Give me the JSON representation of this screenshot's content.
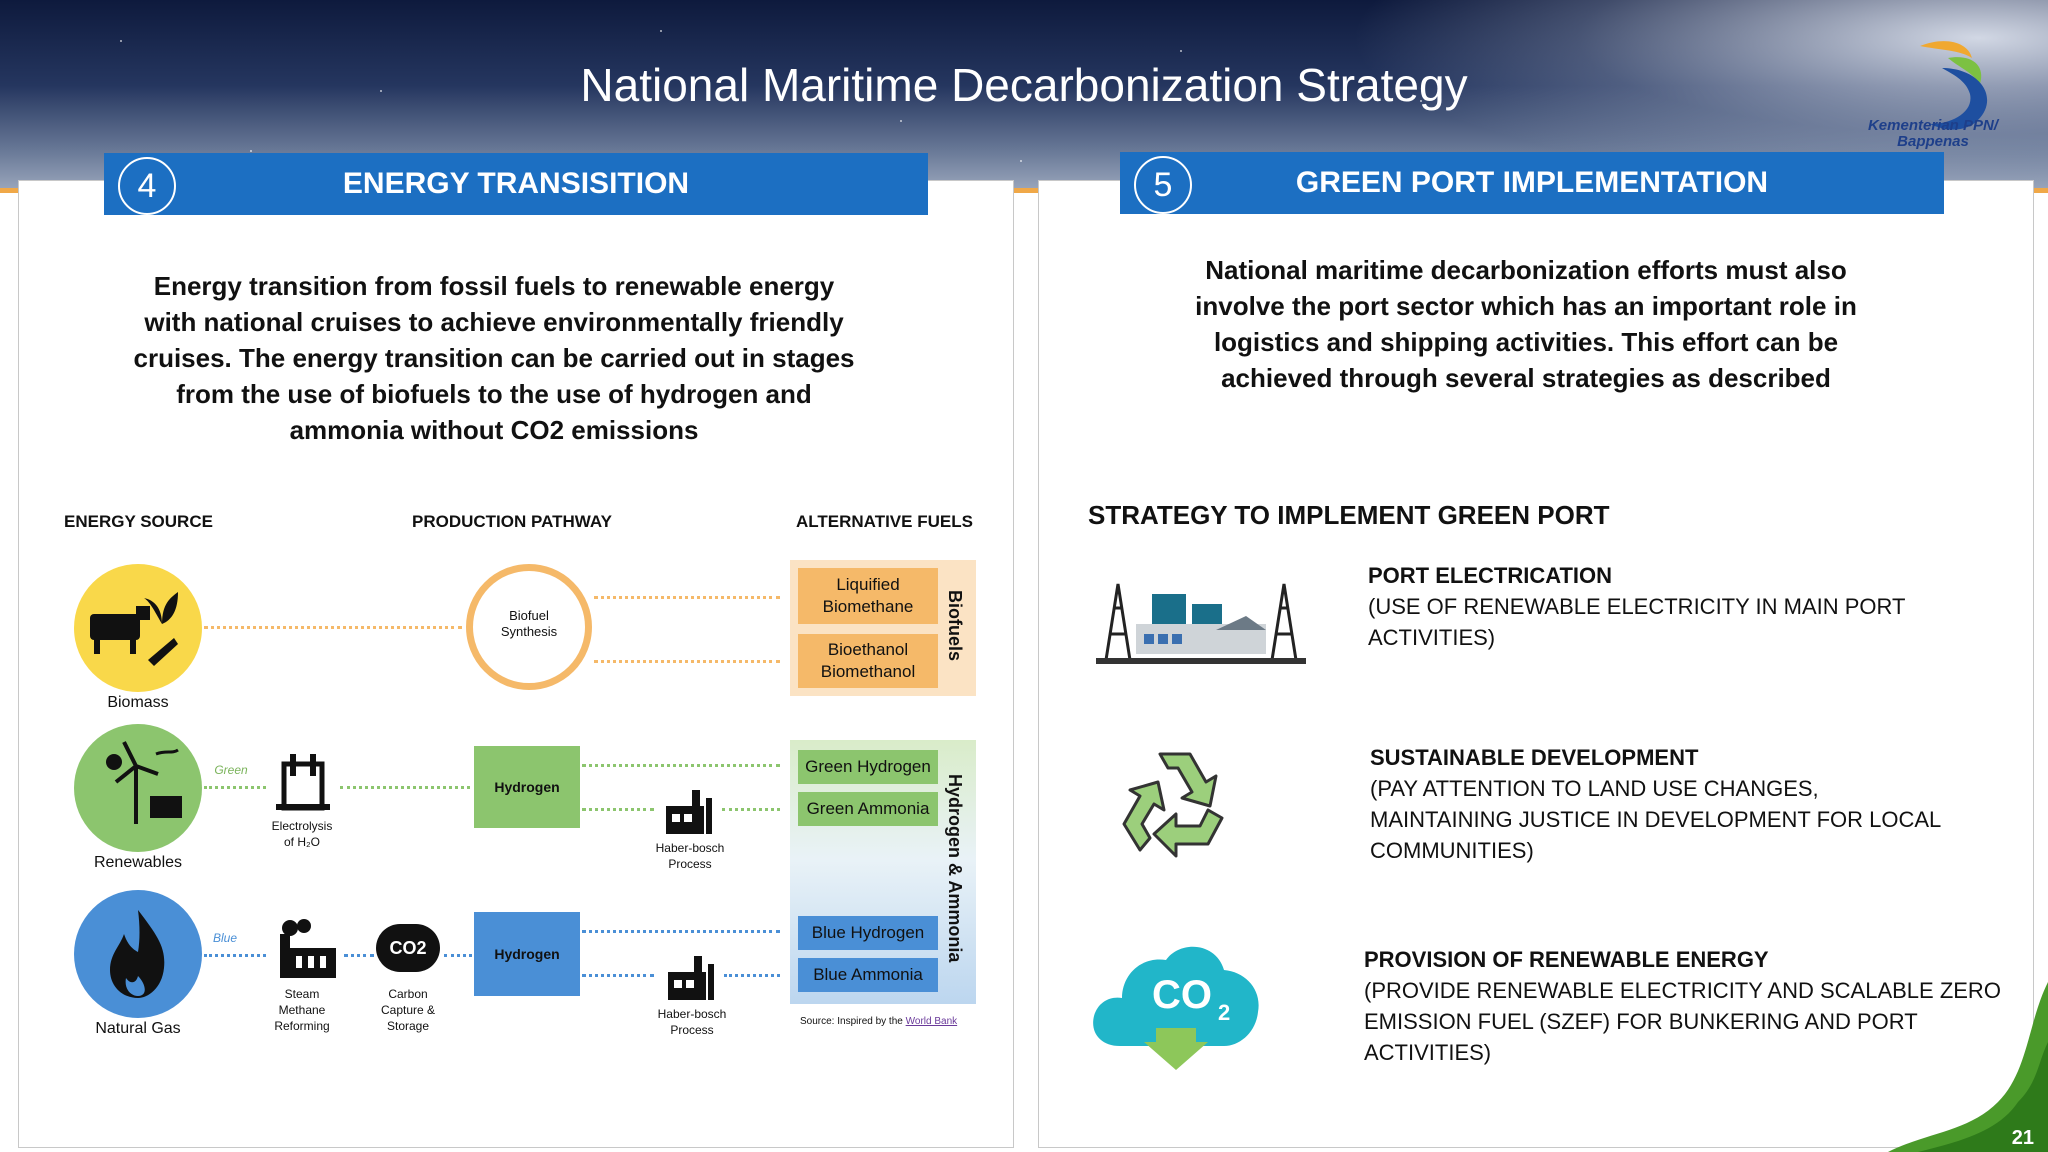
{
  "page_title": "National Maritime Decarbonization Strategy",
  "logo": {
    "line1": "Kementerian PPN/",
    "line2": "Bappenas"
  },
  "page_number": "21",
  "colors": {
    "band_blue": "#1c6fc2",
    "biomass_yellow": "#f9d84a",
    "renewables_green": "#8cc56e",
    "gas_blue": "#4a8fd6",
    "orange_accent": "#f0a848"
  },
  "left_panel": {
    "number": "4",
    "heading": "ENERGY TRANSISITION",
    "paragraph": [
      "Energy transition from fossil fuels to renewable energy",
      "with national cruises to achieve environmentally friendly",
      "cruises.  The energy transition can be carried out in stages",
      "from the use of biofuels to the use of hydrogen and",
      "ammonia without CO2 emissions"
    ],
    "diagram": {
      "col_energy": "ENERGY SOURCE",
      "col_pathway": "PRODUCTION PATHWAY",
      "col_fuels": "ALTERNATIVE FUELS",
      "biomass": "Biomass",
      "renewables": "Renewables",
      "natural_gas": "Natural Gas",
      "green": "Green",
      "blue": "Blue",
      "biofuel_l1": "Biofuel",
      "biofuel_l2": "Synthesis",
      "electrolysis_l1": "Electrolysis",
      "electrolysis_l2": "of H₂O",
      "hydrogen_green": "Hydrogen",
      "hydrogen_blue": "Hydrogen",
      "haber1_l1": "Haber-bosch",
      "haber1_l2": "Process",
      "haber2_l1": "Haber-bosch",
      "haber2_l2": "Process",
      "smr_l1": "Steam",
      "smr_l2": "Methane",
      "smr_l3": "Reforming",
      "ccs_l1": "Carbon",
      "ccs_l2": "Capture &",
      "ccs_l3": "Storage",
      "co2_icon": "CO2",
      "liq_l1": "Liquified",
      "liq_l2": "Biomethane",
      "bio_l1": "Bioethanol",
      "bio_l2": "Biomethanol",
      "biofuels": "Biofuels",
      "green_hydrogen": "Green Hydrogen",
      "green_ammonia": "Green Ammonia",
      "blue_hydrogen": "Blue Hydrogen",
      "blue_ammonia": "Blue Ammonia",
      "h2_ammonia": "Hydrogen & Ammonia",
      "source_prefix": "Source: Inspired by the ",
      "source_link": "World Bank"
    }
  },
  "right_panel": {
    "number": "5",
    "heading": "GREEN PORT IMPLEMENTATION",
    "paragraph": [
      "National maritime decarbonization efforts must also",
      "involve the port sector which has an important role in",
      "logistics and shipping activities. This effort can be",
      "achieved through several strategies as described"
    ],
    "strategy_heading": "STRATEGY TO IMPLEMENT GREEN PORT",
    "co2_label": "CO",
    "co2_sub": "2",
    "items": [
      {
        "title": "PORT ELECTRICATION",
        "lines": [
          "(USE OF RENEWABLE ELECTRICITY IN MAIN PORT",
          "ACTIVITIES)"
        ]
      },
      {
        "title": "SUSTAINABLE DEVELOPMENT",
        "lines": [
          "(PAY ATTENTION TO LAND USE CHANGES,",
          "MAINTAINING JUSTICE IN DEVELOPMENT FOR LOCAL",
          "COMMUNITIES)"
        ]
      },
      {
        "title": "PROVISION OF RENEWABLE ENERGY",
        "lines": [
          "(PROVIDE RENEWABLE ELECTRICITY AND SCALABLE ZERO",
          "EMISSION FUEL (SZEF) FOR BUNKERING AND PORT",
          "ACTIVITIES)"
        ]
      }
    ]
  }
}
